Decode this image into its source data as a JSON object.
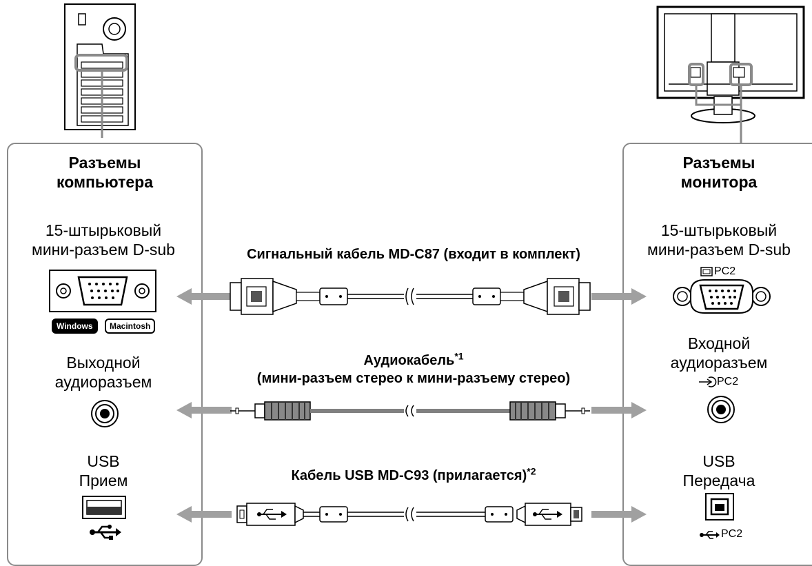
{
  "left_panel": {
    "title_line1": "Разъемы",
    "title_line2": "компьютера",
    "vga_label_line1": "15-штырьковый",
    "vga_label_line2": "мини-разъем D-sub",
    "badge_windows": "Windows",
    "badge_macintosh": "Macintosh",
    "audio_label_line1": "Выходной",
    "audio_label_line2": "аудиоразъем",
    "usb_label_line1": "USB",
    "usb_label_line2": "Прием"
  },
  "right_panel": {
    "title_line1": "Разъемы",
    "title_line2": "монитора",
    "vga_label_line1": "15-штырьковый",
    "vga_label_line2": "мини-разъем D-sub",
    "vga_port_tag": "PC2",
    "audio_label_line1": "Входной",
    "audio_label_line2": "аудиоразъем",
    "audio_port_tag": "PC2",
    "usb_label_line1": "USB",
    "usb_label_line2": "Передача",
    "usb_port_tag": "PC2"
  },
  "cables": {
    "signal": "Сигнальный кабель MD-C87 (входит в комплект)",
    "audio_line1": "Аудиокабель",
    "audio_note": "*1",
    "audio_line2": "(мини-разъем стерео к мини-разъему стерео)",
    "usb": "Кабель USB MD-C93 (прилагается)",
    "usb_note": "*2"
  },
  "colors": {
    "panel_border": "#8a8a8a",
    "arrow": "#a0a0a0",
    "cable_gray": "#808080"
  }
}
